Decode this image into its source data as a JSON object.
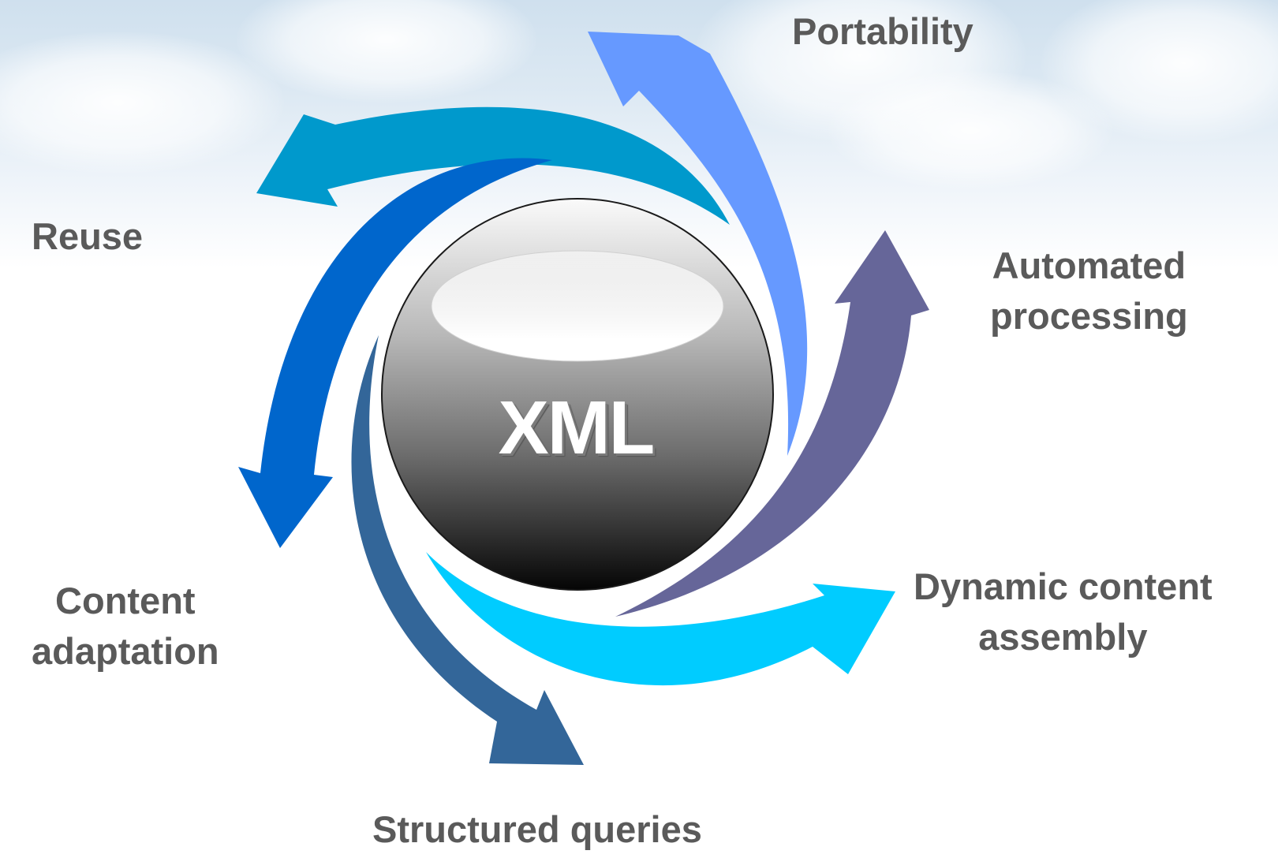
{
  "center": {
    "label": "XML"
  },
  "benefits": [
    {
      "id": "portability",
      "label": "Portability"
    },
    {
      "id": "reuse",
      "label": "Reuse"
    },
    {
      "id": "automated",
      "label": "Automated\nprocessing"
    },
    {
      "id": "dynamic",
      "label": "Dynamic content\nassembly"
    },
    {
      "id": "adaptation",
      "label": "Content\nadaptation"
    },
    {
      "id": "queries",
      "label": "Structured queries"
    }
  ],
  "colors": {
    "arrow_reuse": "#0099cc",
    "arrow_portability": "#6699ff",
    "arrow_automated": "#666699",
    "arrow_dynamic": "#00ccff",
    "arrow_queries": "#336699",
    "arrow_adaptation": "#0066cc",
    "label_text": "#5a5a5a"
  }
}
